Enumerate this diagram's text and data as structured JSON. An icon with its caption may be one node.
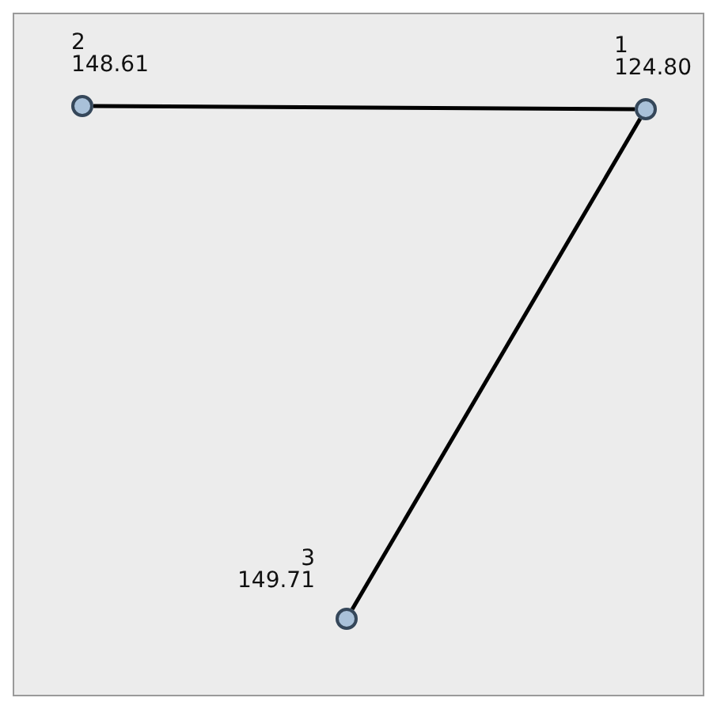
{
  "diagram": {
    "nodes": [
      {
        "text": [],
        "shape": "circle",
        "beside": [
          "2",
          "148.61"
        ]
      },
      {
        "text": [],
        "shape": "circle",
        "beside": [
          "1",
          "124.80"
        ]
      },
      {
        "text": [],
        "shape": "circle",
        "beside": [
          "3",
          "149.71"
        ]
      }
    ],
    "edges": [
      {
        "from": 1,
        "to": 0,
        "arrow": "none"
      },
      {
        "from": 1,
        "to": 2,
        "arrow": "none"
      }
    ]
  }
}
